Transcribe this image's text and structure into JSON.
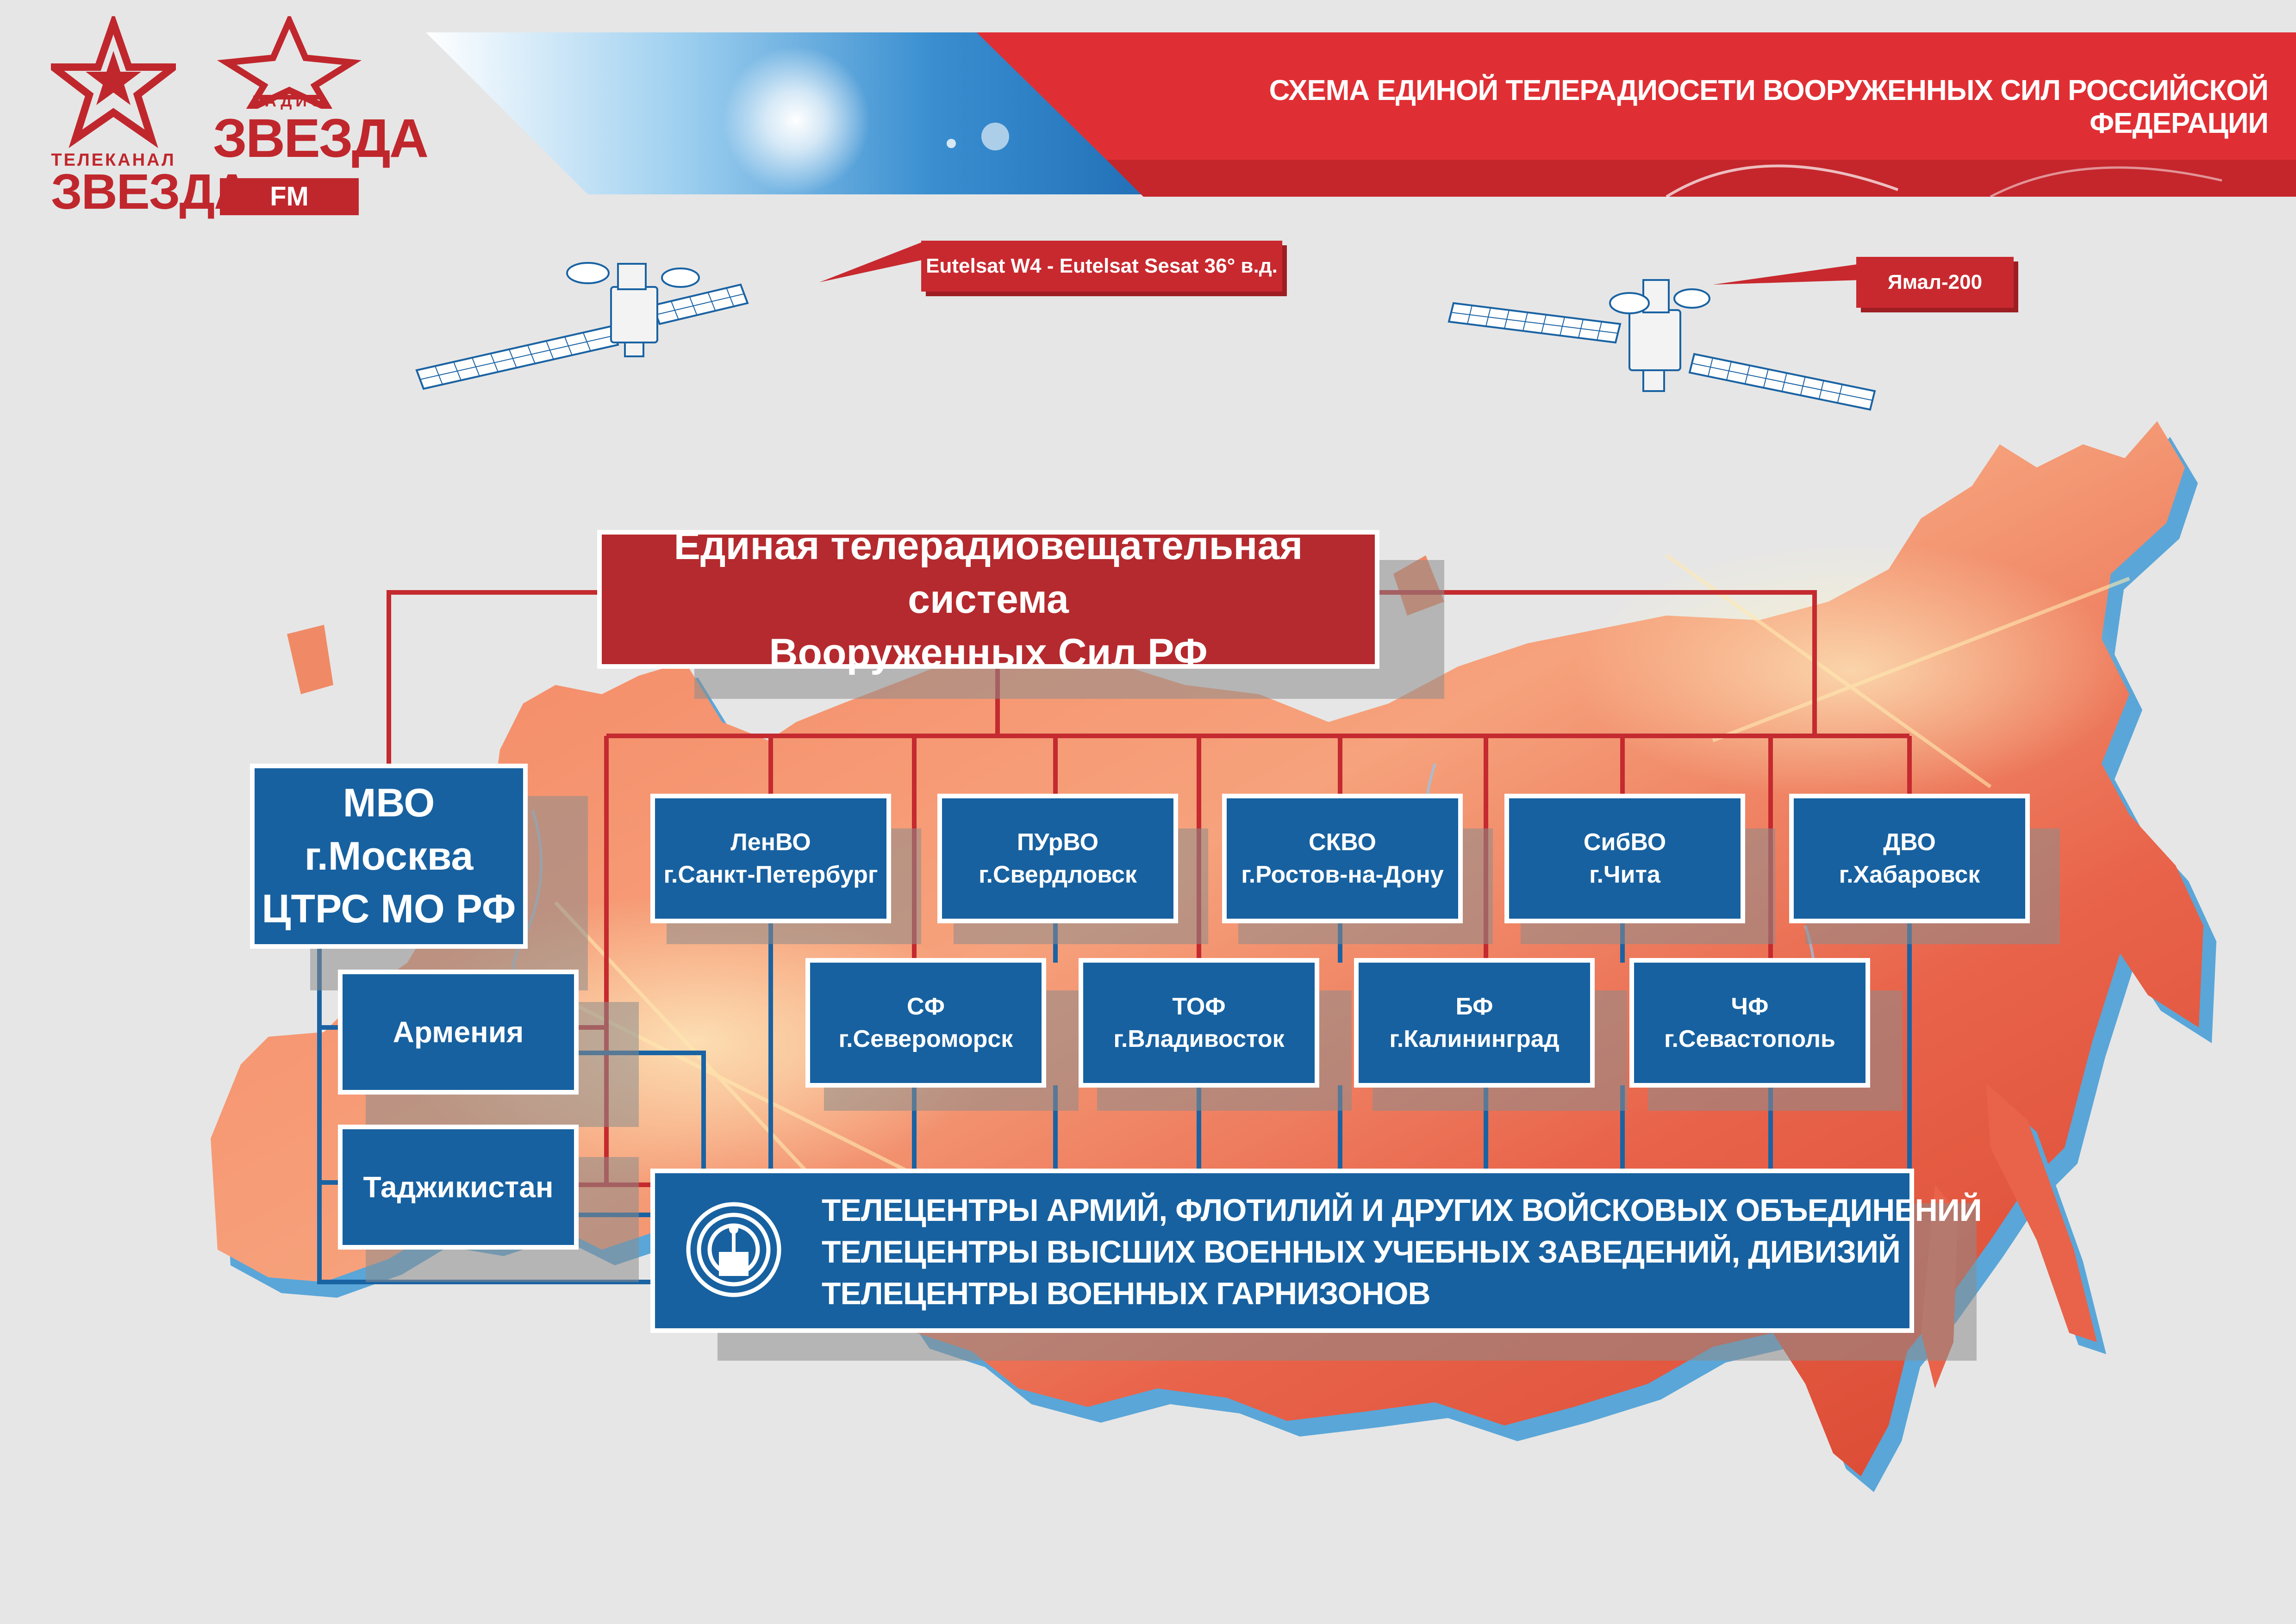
{
  "header": {
    "title": "СХЕМА ЕДИНОЙ ТЕЛЕРАДИОСЕТИ ВООРУЖЕННЫХ СИЛ РОССИЙСКОЙ ФЕДЕРАЦИИ",
    "logo_tv": {
      "caption": "ТЕЛЕКАНАЛ",
      "brand": "ЗВЕЗДА"
    },
    "logo_radio": {
      "caption": "РАДИО",
      "brand": "ЗВЕЗДА",
      "suffix": "FM"
    }
  },
  "satellites": [
    {
      "label": "Eutelsat W4 - Eutelsat Sesat 36° в.д.",
      "icon": "satellite-icon"
    },
    {
      "label": "Ямал-200",
      "icon": "satellite-icon"
    }
  ],
  "diagram": {
    "root": {
      "line1": "Единая телерадиовещательная система",
      "line2": "Вооруженных Сил РФ"
    },
    "mvo": {
      "line1": "МВО",
      "line2": "г.Москва",
      "line3": "ЦТРС МО РФ"
    },
    "countries": [
      "Армения",
      "Таджикистан"
    ],
    "districts_top": [
      {
        "name": "ЛенВО",
        "city": "г.Санкт-Петербург"
      },
      {
        "name": "ПУрВО",
        "city": "г.Свердловск"
      },
      {
        "name": "СКВО",
        "city": "г.Ростов-на-Дону"
      },
      {
        "name": "СибВО",
        "city": "г.Чита"
      },
      {
        "name": "ДВО",
        "city": "г.Хабаровск"
      }
    ],
    "fleets": [
      {
        "name": "СФ",
        "city": "г.Североморск"
      },
      {
        "name": "ТОФ",
        "city": "г.Владивосток"
      },
      {
        "name": "БФ",
        "city": "г.Калининград"
      },
      {
        "name": "ЧФ",
        "city": "г.Севастополь"
      }
    ],
    "telecenters": [
      "ТЕЛЕЦЕНТРЫ АРМИЙ, ФЛОТИЛИЙ И ДРУГИХ ВОЙСКОВЫХ ОБЪЕДИНЕНИЙ",
      "ТЕЛЕЦЕНТРЫ ВЫСШИХ ВОЕННЫХ УЧЕБНЫХ ЗАВЕДЕНИЙ, ДИВИЗИЙ",
      "ТЕЛЕЦЕНТРЫ ВОЕННЫХ ГАРНИЗОНОВ"
    ],
    "telecenter_icon": "antenna-icon"
  },
  "colors": {
    "brand_red": "#c0272d",
    "box_red": "#b52a2e",
    "box_blue": "#1761a0",
    "map_red": "#e8634a",
    "map_shadow": "#5aa6d8",
    "background": "#e6e6e6"
  }
}
